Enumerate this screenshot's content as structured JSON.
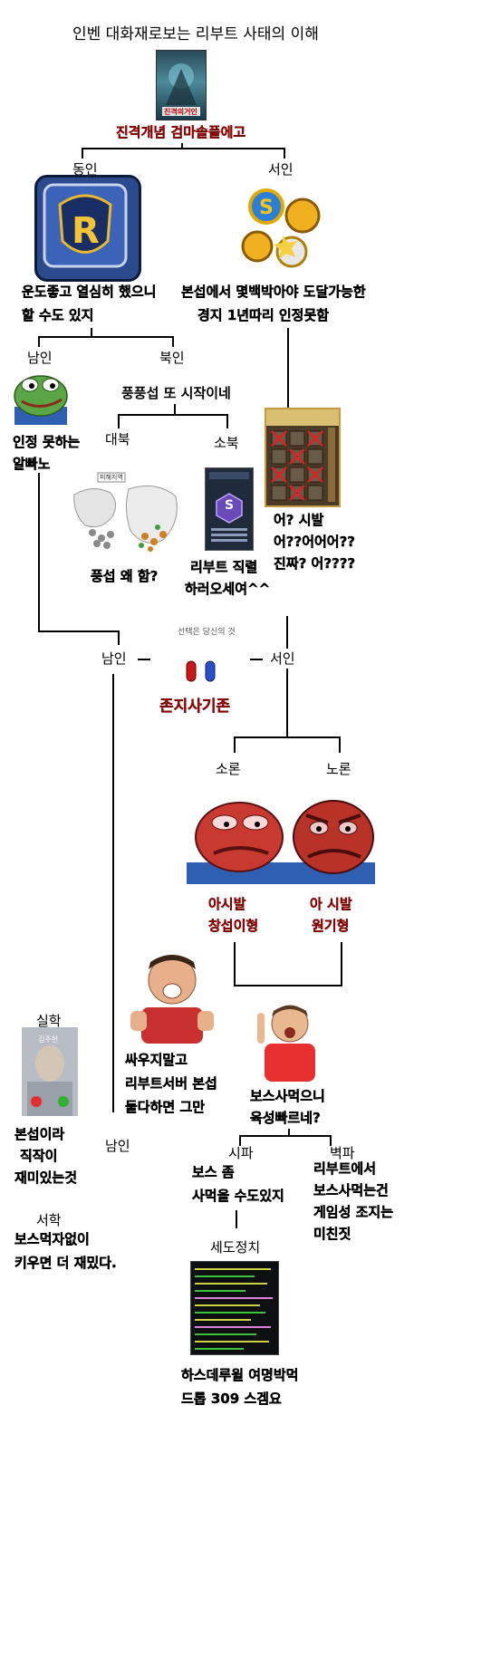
{
  "title": "인벤 대화재로보는 리부트 사태의 이해",
  "root_caption": "진격개념 검마솔플에고",
  "branches": {
    "east": "동인",
    "west": "서인",
    "south": "남인",
    "north": "북인",
    "great_north": "대북",
    "small_north": "소북",
    "south2": "남인",
    "west2": "서인",
    "soron": "소론",
    "noron": "노론",
    "silhak": "실학",
    "south3": "남인",
    "seohak": "서학",
    "sipa": "시파",
    "byeokpa": "벽파",
    "sedo": "세도정치"
  },
  "captions": {
    "east": [
      "운도좋고 열심히 했으니",
      "할 수도 있지"
    ],
    "west": [
      "본섭에서 몇백박아야 도달가능한",
      "경지 1년따리 인정못함"
    ],
    "north_top": "풍풍섭 또 시작이네",
    "south": [
      "인정 못하는",
      "알빠노"
    ],
    "reboot_items": [
      "어? 시발",
      "어??어어어??",
      "진짜? 어????"
    ],
    "great_north": "풍섭 왜 함?",
    "small_north": [
      "리부트 직렬",
      "하러오세여^^"
    ],
    "choice_header": "선택은 당신의 것",
    "choice_result": "존지사기존",
    "soron": [
      "아시발",
      "창섭이형"
    ],
    "noron": [
      "아 시발",
      "원기형"
    ],
    "kid1": [
      "싸우지말고",
      "리부트서버 본섭",
      "둘다하면 그만"
    ],
    "kid2": [
      "보스사먹으니",
      "육성빠르네?"
    ],
    "silhak": [
      "본섭이라",
      "직작이",
      "재미있는것"
    ],
    "seohak": [
      "보스먹자없이",
      "키우면 더 재밌다."
    ],
    "sipa": [
      "보스 좀",
      "사먹을 수도있지"
    ],
    "byeokpa": [
      "리부트에서",
      "보스사먹는건",
      "게임성 조지는",
      "미친짓"
    ],
    "sedo": [
      "하스데루윌 여명박먹",
      "드롭 309 스겜요"
    ]
  },
  "images": {
    "manhwa_title": "진격의거인",
    "stat_badge": "S",
    "map_legend": "피해지역",
    "phone_name": "김주헌"
  }
}
